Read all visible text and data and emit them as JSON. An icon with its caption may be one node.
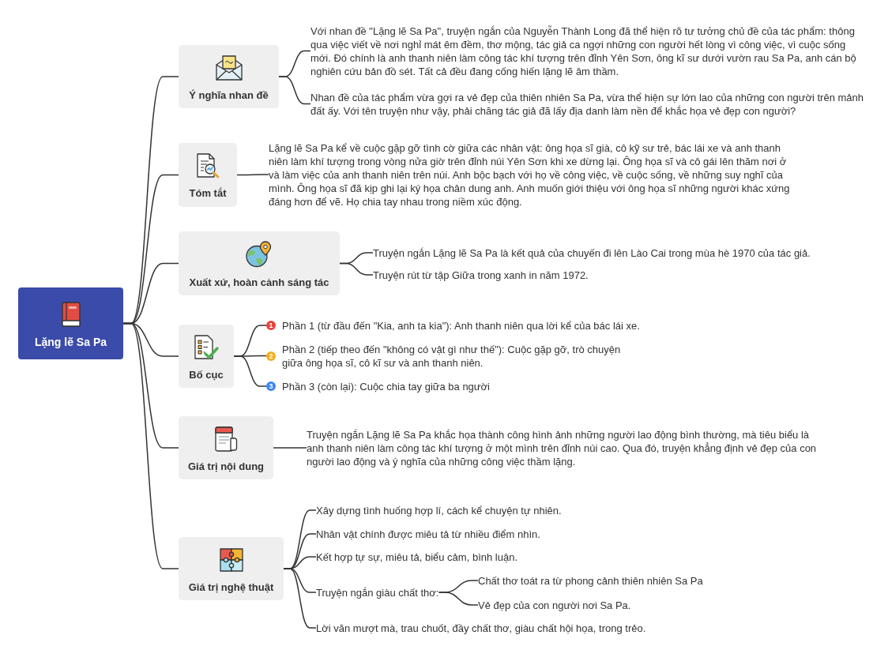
{
  "diagram": {
    "nodes": [
      {
        "text": [
          "Lặng lẽ Sa Pa"
        ]
      },
      {
        "text": [
          "Ý nghĩa nhan đề"
        ]
      },
      {
        "text": [
          "Với nhan đề \"Lặng lẽ Sa Pa\", truyện ngắn của Nguyễn Thành Long đã thể hiện rõ tư tưởng chủ đề của tác phẩm: thông qua việc viết về nơi nghỉ mát êm đềm, thơ mộng, tác giả ca ngợi những con người hết lòng vì công việc, vì cuộc sống mới. Đó chính là anh thanh niên làm công tác khí tượng trên đỉnh Yên Sơn, ông kĩ sư dưới vườn rau Sa Pa, anh cán bộ nghiên cứu bản đồ sét. Tất cả đều đang cống hiến lặng lẽ âm thầm."
        ]
      },
      {
        "text": [
          "Nhan đề của tác phẩm vừa gợi ra vẻ đẹp của thiên nhiên Sa Pa, vừa thể hiện sự lớn lao của những con người trên mảnh đất ấy. Với tên truyện như vậy, phải chăng tác giả đã lấy địa danh làm nền để khắc họa vẻ đẹp con người?"
        ]
      },
      {
        "text": [
          "Tóm tắt"
        ]
      },
      {
        "text": [
          "Lặng lẽ Sa Pa kể về cuộc gặp gỡ tình cờ giữa các nhân vật: ông họa sĩ già, cô kỹ sư trẻ, bác lái xe và anh thanh niên làm khí tượng trong vòng nửa giờ trên đỉnh núi Yên Sơn khi xe dừng lại. Ông họa sĩ và cô gái lên thăm nơi ở và làm việc của anh thanh niên trên núi. Anh bộc bạch với họ về công việc, về cuộc sống, về những suy nghĩ của mình. Ông họa sĩ đã kịp ghi lại ký họa chân dung anh. Anh muốn giới thiệu với ông họa sĩ những người khác xứng đáng hơn để vẽ. Họ chia tay nhau trong niềm xúc động."
        ]
      },
      {
        "text": [
          "Xuất xứ, hoàn cảnh sáng tác"
        ]
      },
      {
        "text": [
          "Truyện ngắn Lặng lẽ Sa Pa là kết quả của chuyến đi lên Lào Cai trong mùa hè 1970 của tác giả."
        ]
      },
      {
        "text": [
          "Truyện rút từ tập Giữa trong xanh in năm 1972."
        ]
      },
      {
        "text": [
          "Bố cục"
        ]
      },
      {
        "text": [
          "1",
          "Phần 1 (từ đầu đến \"Kia, anh ta kia\"): Anh thanh niên qua lời kể của bác lái xe."
        ]
      },
      {
        "text": [
          "2",
          "Phần 2 (tiếp theo đến \"không có vật gì như thế\"): Cuộc gặp gỡ, trò chuyện giữa ông họa sĩ, cô kĩ sư và anh thanh niên."
        ]
      },
      {
        "text": [
          "3",
          "Phần 3 (còn lại): Cuộc chia tay giữa ba người"
        ]
      },
      {
        "text": [
          "Giá trị nội dung"
        ]
      },
      {
        "text": [
          "Truyện ngắn Lặng lẽ Sa Pa khắc họa thành công hình ảnh những người lao động bình thường, mà tiêu biểu là anh thanh niên làm công tác khí tượng ở một mình trên đỉnh núi cao. Qua đó, truyện khẳng định vẻ đẹp của con người lao động và ý nghĩa của những công việc thầm lặng."
        ]
      },
      {
        "text": [
          "Giá trị nghệ thuật"
        ]
      },
      {
        "text": [
          "Xây dựng tình huống hợp lí, cách kể chuyện tự nhiên."
        ]
      },
      {
        "text": [
          "Nhân vật chính được miêu tả từ nhiều điểm nhìn."
        ]
      },
      {
        "text": [
          "Kết hợp tự sự, miêu tả, biểu cảm, bình luận."
        ]
      },
      {
        "text": [
          "Truyện ngắn giàu chất thơ:"
        ]
      },
      {
        "text": [
          "Chất thơ toát ra từ phong cảnh thiên nhiên Sa Pa"
        ]
      },
      {
        "text": [
          "Vẻ đẹp của con người nơi Sa Pa."
        ]
      },
      {
        "text": [
          "Lời văn mượt mà, trau chuốt, đầy chất thơ, giàu chất hội họa, trong trẻo."
        ]
      }
    ],
    "edges": [
      {
        "from": 0,
        "to": 1,
        "arrow": "none"
      },
      {
        "from": 0,
        "to": 4,
        "arrow": "none"
      },
      {
        "from": 0,
        "to": 6,
        "arrow": "none"
      },
      {
        "from": 0,
        "to": 9,
        "arrow": "none"
      },
      {
        "from": 0,
        "to": 13,
        "arrow": "none"
      },
      {
        "from": 0,
        "to": 15,
        "arrow": "none"
      },
      {
        "from": 1,
        "to": 2,
        "arrow": "none"
      },
      {
        "from": 1,
        "to": 3,
        "arrow": "none"
      },
      {
        "from": 4,
        "to": 5,
        "arrow": "none"
      },
      {
        "from": 6,
        "to": 7,
        "arrow": "none"
      },
      {
        "from": 6,
        "to": 8,
        "arrow": "none"
      },
      {
        "from": 9,
        "to": 10,
        "arrow": "none"
      },
      {
        "from": 9,
        "to": 11,
        "arrow": "none"
      },
      {
        "from": 9,
        "to": 12,
        "arrow": "none"
      },
      {
        "from": 13,
        "to": 14,
        "arrow": "none"
      },
      {
        "from": 15,
        "to": 16,
        "arrow": "none"
      },
      {
        "from": 15,
        "to": 17,
        "arrow": "none"
      },
      {
        "from": 15,
        "to": 18,
        "arrow": "none"
      },
      {
        "from": 15,
        "to": 19,
        "arrow": "none"
      },
      {
        "from": 19,
        "to": 20,
        "arrow": "none"
      },
      {
        "from": 19,
        "to": 21,
        "arrow": "none"
      },
      {
        "from": 15,
        "to": 22,
        "arrow": "none"
      }
    ]
  }
}
